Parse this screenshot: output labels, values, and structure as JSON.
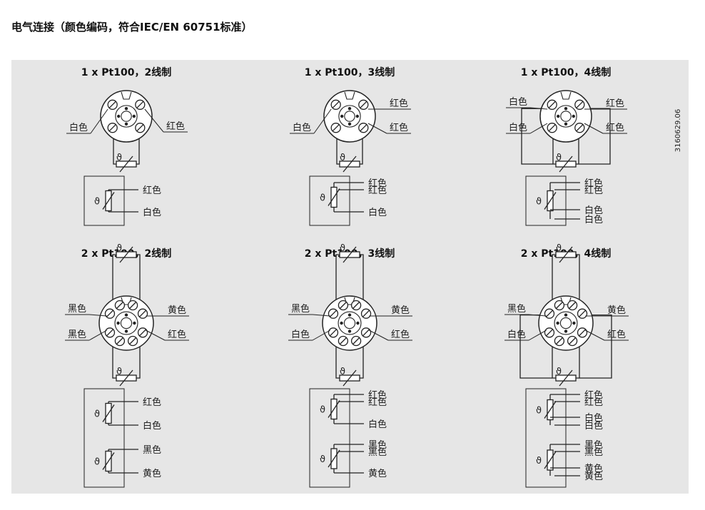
{
  "title": "电气连接（颜色编码，符合IEC/EN 60751标准）",
  "doc_number": "3160629.06",
  "colors": {
    "background": "#e6e6e6",
    "ink": "#222222"
  },
  "sensor_symbol": "ϑ",
  "panels": [
    {
      "title": "1 x Pt100，2线制",
      "head_left": [
        "白色"
      ],
      "head_right": [
        "红色"
      ],
      "box_labels": [
        "红色",
        "白色"
      ]
    },
    {
      "title": "1 x Pt100，3线制",
      "head_left": [
        "白色"
      ],
      "head_right": [
        "红色",
        "红色"
      ],
      "box_labels": [
        "红色",
        "红色",
        "白色"
      ]
    },
    {
      "title": "1 x Pt100，4线制",
      "head_left": [
        "白色",
        "白色"
      ],
      "head_right": [
        "红色",
        "红色"
      ],
      "box_labels": [
        "红色",
        "红色",
        "白色",
        "白色"
      ]
    },
    {
      "title": "2 x Pt100，2线制",
      "head_left": [
        "黑色",
        "黑色"
      ],
      "head_right": [
        "黄色",
        "红色"
      ],
      "box_labels": [
        "红色",
        "白色",
        "黑色",
        "黄色"
      ]
    },
    {
      "title": "2 x Pt100，3线制",
      "head_left": [
        "黑色",
        "白色"
      ],
      "head_right": [
        "黄色",
        "红色"
      ],
      "box_labels": [
        "红色",
        "红色",
        "白色",
        "黑色",
        "黑色",
        "黄色"
      ]
    },
    {
      "title": "2 x Pt100，4线制",
      "head_left": [
        "黑色",
        "白色"
      ],
      "head_right": [
        "黄色",
        "红色"
      ],
      "box_labels": [
        "红色",
        "红色",
        "白色",
        "白色",
        "黑色",
        "黑色",
        "黄色",
        "黄色"
      ]
    }
  ]
}
